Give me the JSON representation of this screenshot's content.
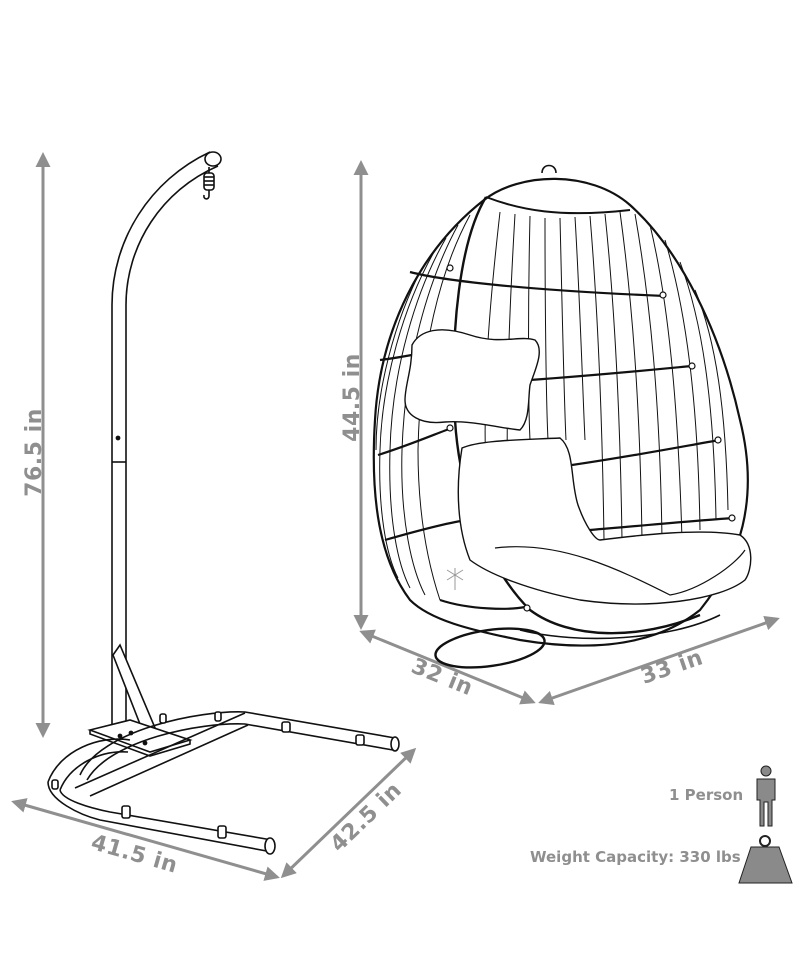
{
  "dimensions": {
    "stand_height": "76.5 in",
    "chair_height": "44.5 in",
    "stand_width": "41.5 in",
    "stand_depth": "42.5 in",
    "chair_depth": "32 in",
    "chair_width": "33 in"
  },
  "capacity": {
    "persons": "1 Person",
    "weight": "Weight Capacity: 330 lbs",
    "person_icon": "person-icon",
    "weight_icon": "weight-icon"
  },
  "colors": {
    "dimension_gray": "#8f8f8f",
    "line_black": "#111111",
    "icon_fill": "#8a8a8a"
  }
}
